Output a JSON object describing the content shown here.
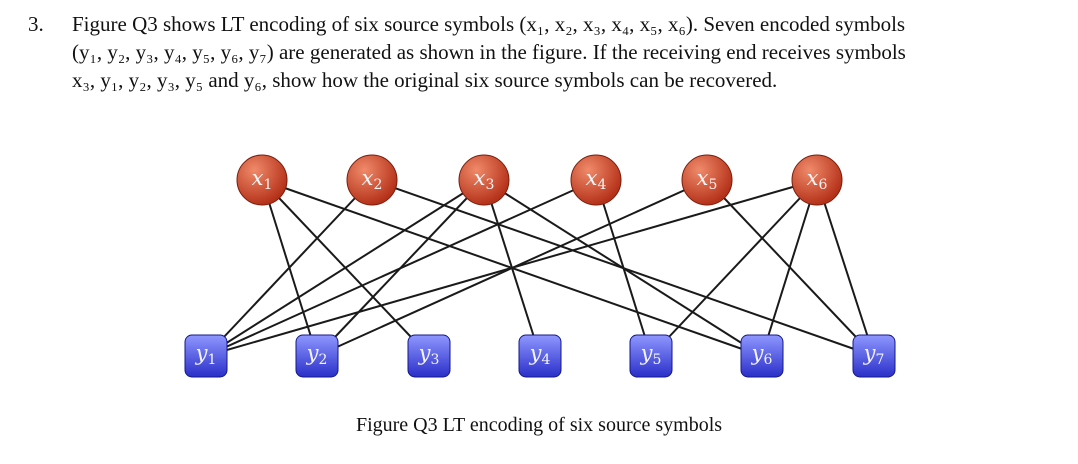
{
  "question": {
    "number": "3.",
    "lines": [
      "Figure Q3 shows LT encoding of six source symbols (x₁, x₂, x₃, x₄, x₅, x₆). Seven encoded symbols",
      "(y₁, y₂, y₃, y₄, y₅, y₆, y₇) are generated as shown in the figure. If the receiving end receives symbols",
      "x₃, y₁, y₂, y₃, y₅ and y₆, show how the original six source symbols can be recovered."
    ]
  },
  "figure": {
    "source_nodes": [
      {
        "var": "x",
        "sub": "1"
      },
      {
        "var": "x",
        "sub": "2"
      },
      {
        "var": "x",
        "sub": "3"
      },
      {
        "var": "x",
        "sub": "4"
      },
      {
        "var": "x",
        "sub": "5"
      },
      {
        "var": "x",
        "sub": "6"
      }
    ],
    "encoded_nodes": [
      {
        "var": "y",
        "sub": "1"
      },
      {
        "var": "y",
        "sub": "2"
      },
      {
        "var": "y",
        "sub": "3"
      },
      {
        "var": "y",
        "sub": "4"
      },
      {
        "var": "y",
        "sub": "5"
      },
      {
        "var": "y",
        "sub": "6"
      },
      {
        "var": "y",
        "sub": "7"
      }
    ],
    "edges": [
      [
        "x1",
        "y2"
      ],
      [
        "x1",
        "y3"
      ],
      [
        "x1",
        "y6"
      ],
      [
        "x2",
        "y1"
      ],
      [
        "x2",
        "y7"
      ],
      [
        "x3",
        "y1"
      ],
      [
        "x3",
        "y2"
      ],
      [
        "x3",
        "y4"
      ],
      [
        "x3",
        "y6"
      ],
      [
        "x4",
        "y1"
      ],
      [
        "x4",
        "y5"
      ],
      [
        "x5",
        "y2"
      ],
      [
        "x5",
        "y7"
      ],
      [
        "x6",
        "y1"
      ],
      [
        "x6",
        "y5"
      ],
      [
        "x6",
        "y6"
      ],
      [
        "x6",
        "y7"
      ]
    ],
    "colors": {
      "source_node": "#b5321a",
      "source_highlight": "#f08a6a",
      "encoded_node": "#2a2fc9",
      "encoded_highlight": "#8f97ff",
      "edge": "#1a1a1a",
      "label": "#f4f4f4"
    },
    "caption": "Figure Q3 LT encoding of six source symbols"
  }
}
